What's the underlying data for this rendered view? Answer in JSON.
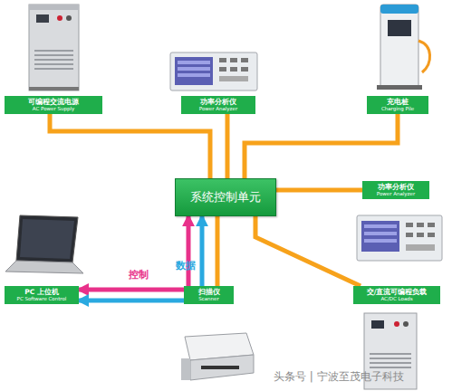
{
  "diagram": {
    "nodes": [
      {
        "text": [
          "可编程交流电源",
          "AC Power Supply"
        ]
      },
      {
        "text": [
          "功率分析仪",
          "Power Analyzer"
        ]
      },
      {
        "text": [
          "充电桩",
          "Charging Pile"
        ]
      },
      {
        "text": [
          "系统控制单元"
        ]
      },
      {
        "text": [
          "功率分析仪",
          "Power Analyzer"
        ]
      },
      {
        "text": [
          "PC 上位机",
          "PC Software Control"
        ]
      },
      {
        "text": [
          "扫描仪",
          "Scanner"
        ]
      },
      {
        "text": [
          "交/直流可编程负载",
          "AC/DC Loads"
        ]
      }
    ],
    "edges": [
      {
        "from": 0,
        "to": 3,
        "arrow": "none"
      },
      {
        "from": 1,
        "to": 3,
        "arrow": "none"
      },
      {
        "from": 2,
        "to": 3,
        "arrow": "none"
      },
      {
        "from": 3,
        "to": 4,
        "arrow": "none"
      },
      {
        "from": 3,
        "to": 6,
        "arrow": "none"
      },
      {
        "from": 3,
        "to": 7,
        "arrow": "none"
      },
      {
        "from": 5,
        "to": 3,
        "label": "控制",
        "arrow": "both"
      },
      {
        "from": 5,
        "to": 3,
        "label": "数据",
        "arrow": "both"
      }
    ],
    "labels": [
      "头条号 | 宁波至茂电子科技"
    ]
  }
}
